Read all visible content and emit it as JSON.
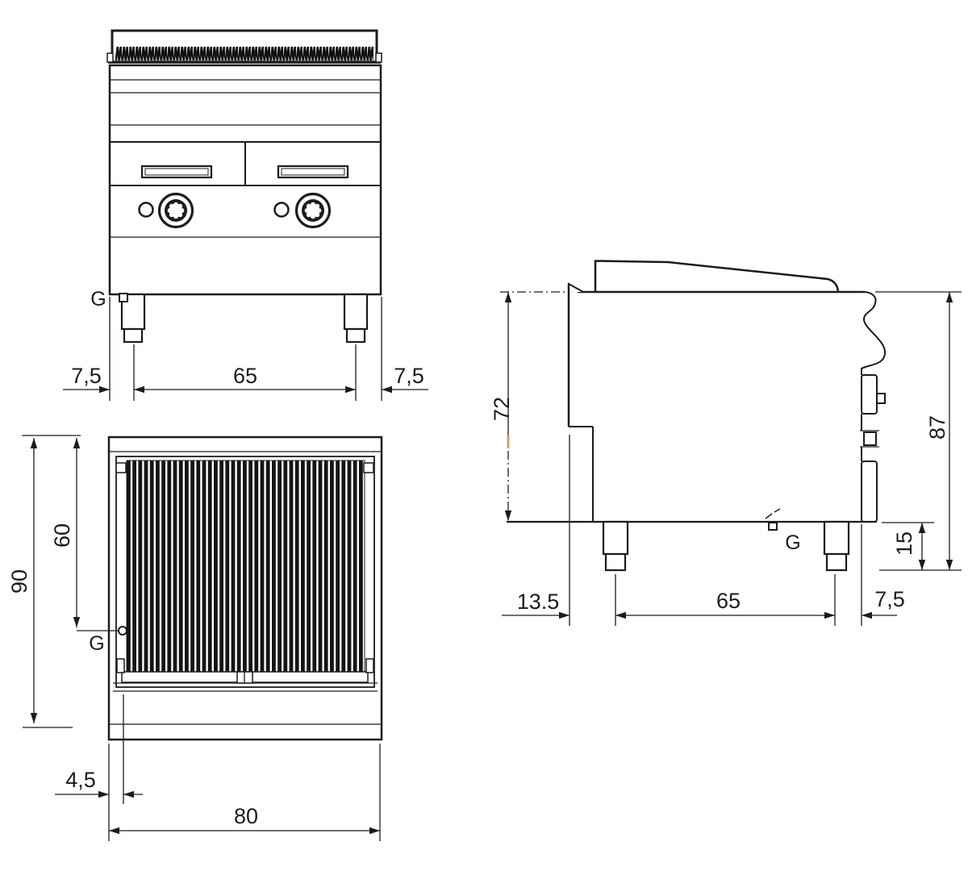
{
  "drawing": {
    "description": "Technical dimensional drawing of a gas chargrill (lava stone grill) on legs: front view, plan view and side view",
    "line_color": "#1c1c1c",
    "background": "#ffffff",
    "artifact_dash_color": "#c9a571",
    "views": {
      "front": {
        "gas_label": "G",
        "dims": {
          "left_leg_offset": "7,5",
          "leg_spacing": "65",
          "right_leg_offset": "7,5"
        }
      },
      "top": {
        "gas_label": "G",
        "dims": {
          "depth_total": "90",
          "gas_depth": "60",
          "front_offset": "4,5",
          "width_total": "80"
        }
      },
      "side": {
        "gas_label": "G",
        "dims": {
          "worktop_height": "72",
          "total_height": "87",
          "leg_height": "15",
          "front_leg_offset": "13.5",
          "leg_spacing": "65",
          "rear_leg_offset": "7,5"
        }
      }
    }
  }
}
